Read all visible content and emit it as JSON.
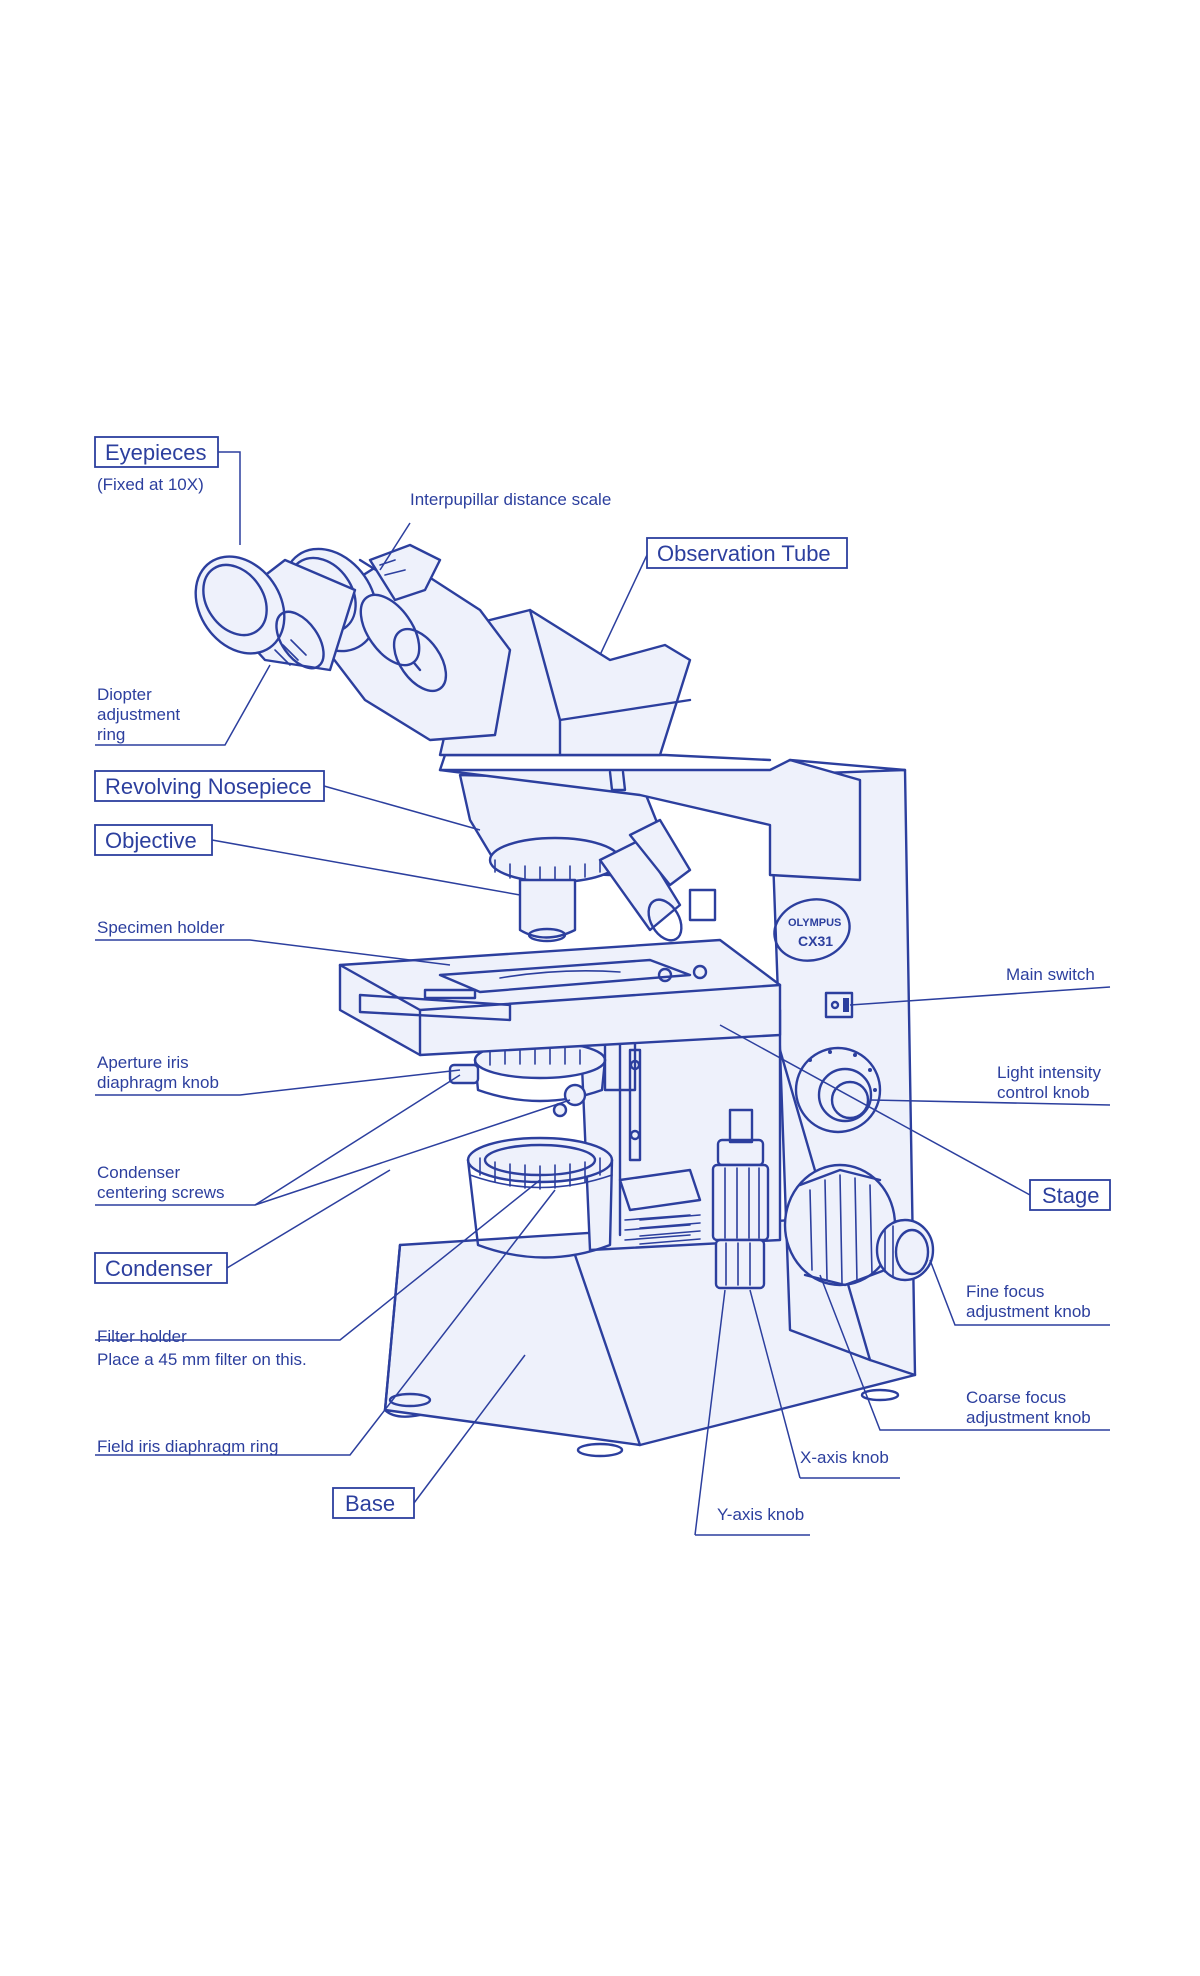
{
  "labels": {
    "eyepieces": "Eyepieces",
    "eyepieces_note": "(Fixed at 10X)",
    "interpupillar": "Interpupillar distance scale",
    "observation_tube": "Observation Tube",
    "diopter_1": "Diopter",
    "diopter_2": "adjustment",
    "diopter_3": "ring",
    "revolving_nosepiece": "Revolving Nosepiece",
    "objective": "Objective",
    "specimen_holder": "Specimen holder",
    "main_switch": "Main switch",
    "aperture_1": "Aperture iris",
    "aperture_2": "diaphragm knob",
    "light_1": "Light intensity",
    "light_2": "control  knob",
    "condenser_screws_1": "Condenser",
    "condenser_screws_2": "centering screws",
    "stage": "Stage",
    "condenser": "Condenser",
    "fine_focus_1": "Fine focus",
    "fine_focus_2": "adjustment knob",
    "filter_holder_1": "Filter holder",
    "filter_holder_2": "Place a 45 mm filter on this.",
    "coarse_focus_1": "Coarse focus",
    "coarse_focus_2": "adjustment knob",
    "field_iris": "Field iris diaphragm ring",
    "x_axis": "X-axis knob",
    "base": "Base",
    "y_axis": "Y-axis knob"
  },
  "logo": {
    "brand": "OLYMPUS",
    "model": "CX31"
  },
  "colors": {
    "ink": "#2c3f9e",
    "background": "#ffffff"
  }
}
